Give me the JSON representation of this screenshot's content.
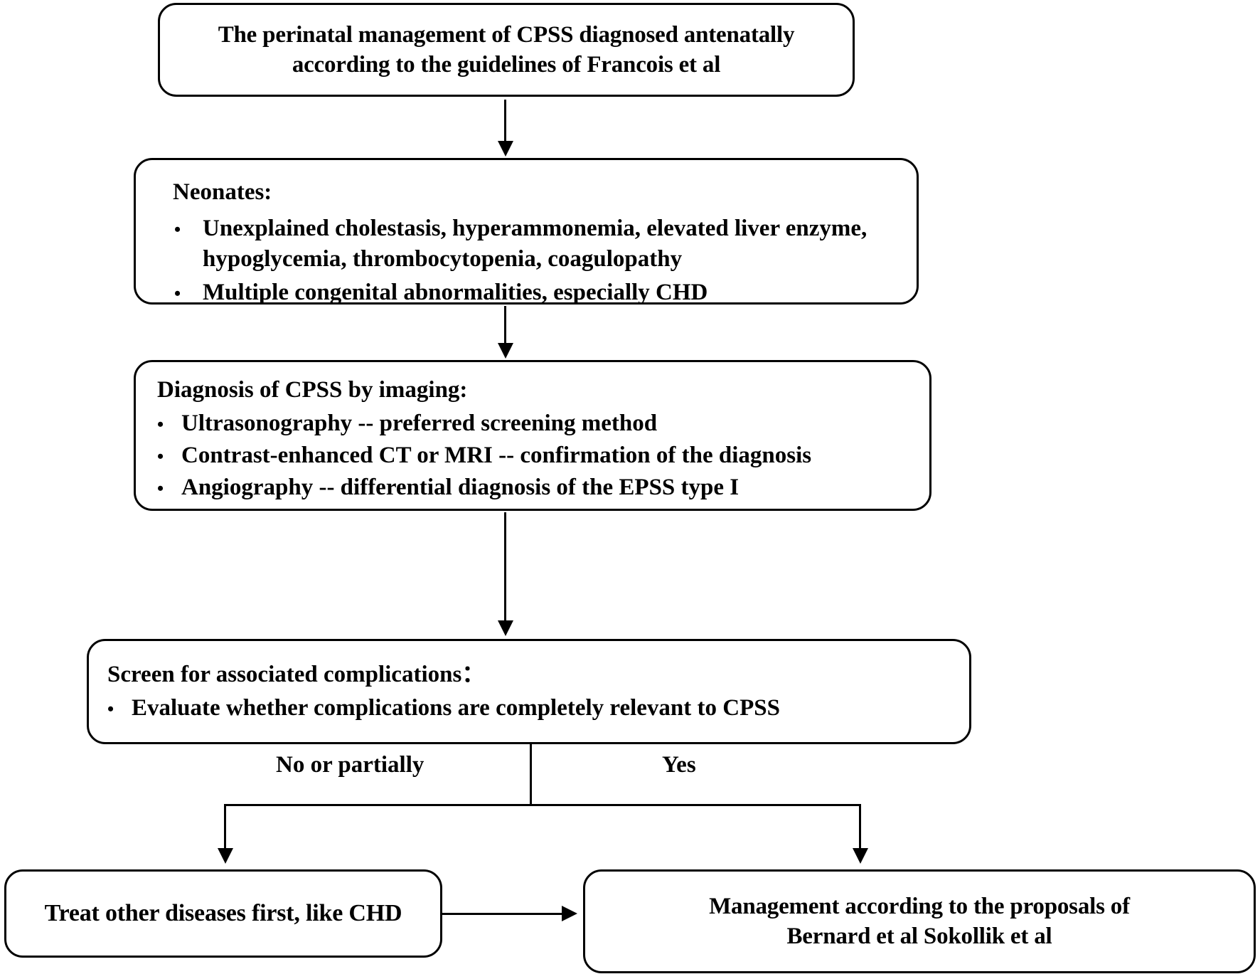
{
  "diagram": {
    "type": "flowchart",
    "orientation": "top-to-bottom",
    "nodes": {
      "title": {
        "lines": [
          "The perinatal management of CPSS diagnosed antenatally",
          "according to the guidelines of Francois et al"
        ]
      },
      "neonates": {
        "heading": "Neonates:",
        "bullets": [
          "Unexplained cholestasis, hyperammonemia, elevated liver enzyme, hypoglycemia, thrombocytopenia, coagulopathy",
          "Multiple congenital abnormalities, especially CHD"
        ]
      },
      "diagnosis": {
        "heading": "Diagnosis of  CPSS by imaging:",
        "bullets": [
          "Ultrasonography -- preferred screening method",
          "Contrast-enhanced CT or MRI -- confirmation of the diagnosis",
          "Angiography -- differential diagnosis of the EPSS type I"
        ]
      },
      "screen": {
        "heading": "Screen for associated complications：",
        "bullets": [
          "Evaluate whether complications are completely relevant to CPSS"
        ]
      },
      "treat_other": {
        "lines": [
          "Treat other diseases first, like CHD"
        ]
      },
      "management": {
        "lines": [
          "Management according to the proposals  of",
          "Bernard et al Sokollik et al"
        ]
      }
    },
    "edge_labels": {
      "no_or_partially": "No or partially",
      "yes": "Yes"
    },
    "bullet_glyph": "•",
    "colors": {
      "stroke": "#000000",
      "fill": "#ffffff",
      "text": "#000000"
    }
  }
}
